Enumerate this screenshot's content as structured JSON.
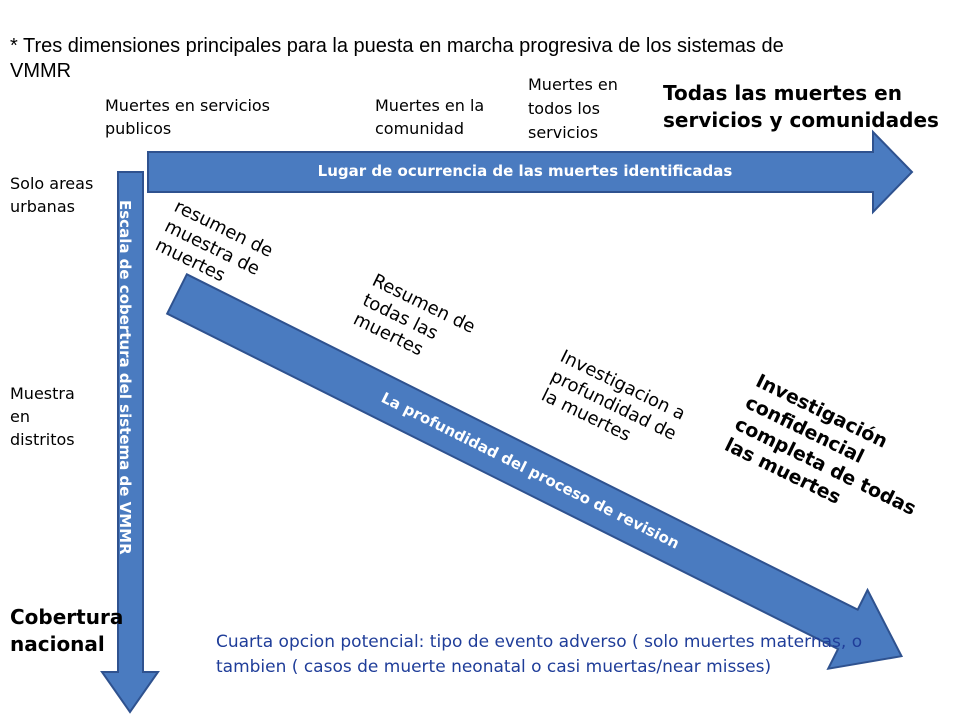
{
  "title": "* Tres dimensiones principales para la  puesta en marcha  progresiva de los sistemas de VMMR",
  "horizontal_axis": {
    "label": "Lugar de ocurrencia de las muertes identificadas",
    "levels": [
      [
        "Muertes en servicios",
        "publicos"
      ],
      [
        "Muertes en la",
        "comunidad"
      ],
      [
        "Muertes en",
        "todos  los",
        "servicios"
      ],
      [
        "Todas las muertes en",
        "servicios y comunidades"
      ]
    ]
  },
  "vertical_axis": {
    "label": "Escala de cobertura  del sistema de VMMR",
    "levels": [
      [
        "Solo areas",
        "urbanas"
      ],
      [
        "Muestra",
        "en",
        "distritos"
      ],
      [
        "Cobertura",
        "nacional"
      ]
    ]
  },
  "diagonal_axis": {
    "label": "La profundidad del proceso de revision",
    "levels": [
      [
        "resumen de",
        "muestra de",
        "muertes"
      ],
      [
        "Resumen de",
        "todas las",
        "muertes"
      ],
      [
        "Investigacion a",
        "profundidad de",
        "la muertes"
      ],
      [
        "Investigación",
        "confidencial",
        "completa de todas",
        "las muertes"
      ]
    ]
  },
  "note": "Cuarta opcion potencial:  tipo de evento adverso ( solo muertes maternas, o tambien ( casos de muerte neonatal o casi muertas/near misses)",
  "colors": {
    "arrow_fill": "#4a7bc0",
    "arrow_stroke": "#2f528f",
    "note_text": "#1f3d99"
  }
}
